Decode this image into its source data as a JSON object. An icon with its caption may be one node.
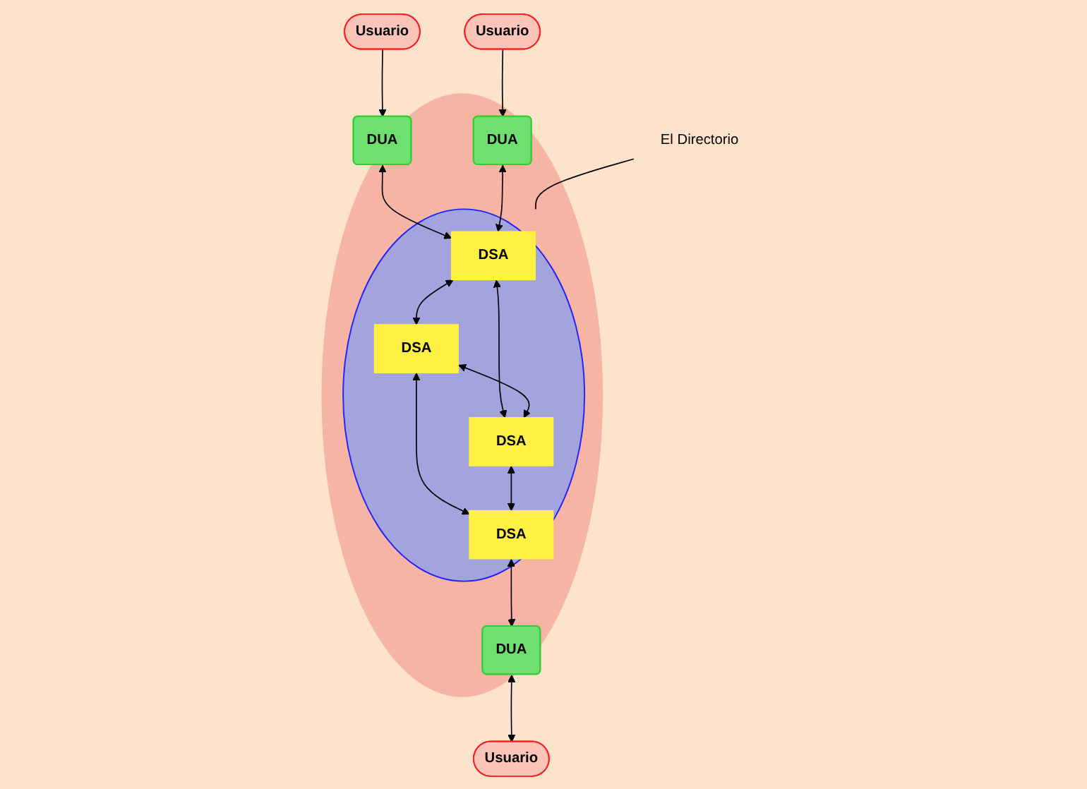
{
  "diagram": {
    "nodes": [
      {
        "text": [],
        "shape": "ellipse"
      },
      {
        "text": [
          "Usuario"
        ]
      },
      {
        "text": [
          "Usuario"
        ]
      },
      {
        "text": [
          "DUA"
        ],
        "in": 0
      },
      {
        "text": [
          "DUA"
        ],
        "in": 0
      },
      {
        "text": [],
        "shape": "ellipse",
        "in": 0
      },
      {
        "text": [
          "DSA"
        ],
        "in": 5
      },
      {
        "text": [
          "DSA"
        ],
        "in": 5
      },
      {
        "text": [
          "DSA"
        ],
        "in": 5
      },
      {
        "text": [
          "DSA"
        ],
        "in": 5
      },
      {
        "text": [
          "DUA"
        ],
        "in": 0
      },
      {
        "text": [
          "Usuario"
        ]
      },
      {
        "text": [
          "El Directorio"
        ]
      }
    ],
    "edges": [
      {
        "from": 1,
        "to": 3,
        "arrow": "to"
      },
      {
        "from": 2,
        "to": 4,
        "arrow": "to"
      },
      {
        "from": 3,
        "to": 6,
        "arrow": "both"
      },
      {
        "from": 4,
        "to": 6,
        "arrow": "both"
      },
      {
        "from": 6,
        "to": 7,
        "arrow": "both"
      },
      {
        "from": 6,
        "to": 8,
        "arrow": "both"
      },
      {
        "from": 7,
        "to": 8,
        "arrow": "both"
      },
      {
        "from": 7,
        "to": 9,
        "arrow": "both"
      },
      {
        "from": 8,
        "to": 9,
        "arrow": "both"
      },
      {
        "from": 9,
        "to": 10,
        "arrow": "both"
      },
      {
        "from": 10,
        "to": 11,
        "arrow": "both"
      },
      {
        "from": 12,
        "to": 5,
        "arrow": "none"
      }
    ]
  }
}
